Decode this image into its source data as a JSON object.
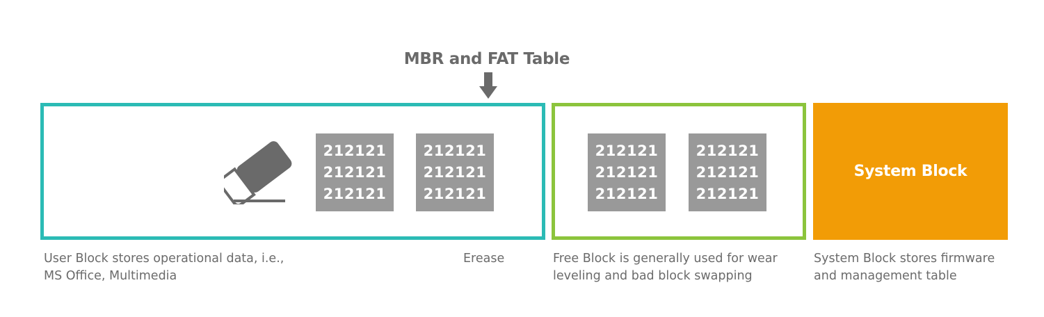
{
  "diagram": {
    "title": "MBR and FAT Table",
    "user_block": {
      "data_blocks": [
        [
          "212121",
          "212121",
          "212121"
        ],
        [
          "212121",
          "212121",
          "212121"
        ]
      ],
      "caption_lines": [
        "User Block stores operational data, i.e.,",
        "MS Office, Multimedia"
      ],
      "erase_label": "Erease",
      "border_color": "#2bbbb5"
    },
    "free_block": {
      "data_blocks": [
        [
          "212121",
          "212121",
          "212121"
        ],
        [
          "212121",
          "212121",
          "212121"
        ]
      ],
      "caption_lines": [
        "Free Block is generally used for wear",
        "leveling and bad block swapping"
      ],
      "border_color": "#8cc43c"
    },
    "system_block": {
      "label": "System Block",
      "caption_lines": [
        "System Block stores firmware",
        "and management table"
      ],
      "fill_color": "#f29c06"
    },
    "icons": {
      "eraser": "eraser-icon",
      "arrow": "arrow-down-icon"
    }
  }
}
